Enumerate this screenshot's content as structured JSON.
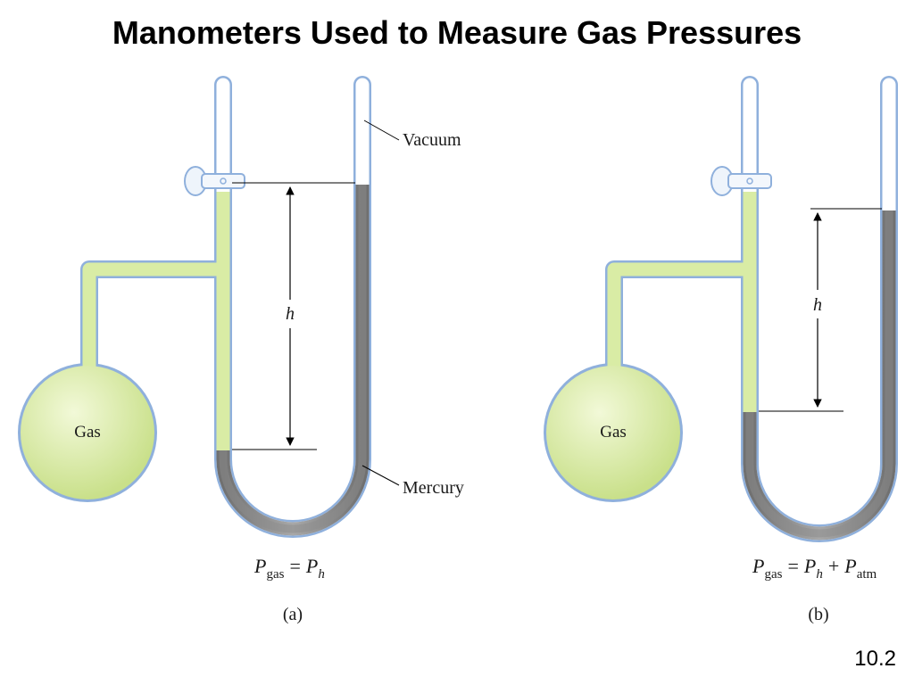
{
  "title": "Manometers Used to Measure Gas Pressures",
  "slide_number": "10.2",
  "colors": {
    "gas": "#d9eca5",
    "glass_outline": "#8fb0dc",
    "mercury": "#8c8c8c",
    "tube_empty": "#ffffff",
    "text": "#1a1a1a"
  },
  "manometers": [
    {
      "bulb_label": "Gas",
      "height_label": "h",
      "vacuum_label": "Vacuum",
      "mercury_label": "Mercury",
      "equation": {
        "p": "P",
        "gas": "gas",
        "eq": "=",
        "ph": "P",
        "h": "h"
      },
      "panel_label": "(a)"
    },
    {
      "bulb_label": "Gas",
      "height_label": "h",
      "equation": {
        "p": "P",
        "gas": "gas",
        "eq": "=",
        "ph": "P",
        "h": "h",
        "plus": "+",
        "patm": "P",
        "atm": "atm"
      },
      "panel_label": "(b)"
    }
  ]
}
